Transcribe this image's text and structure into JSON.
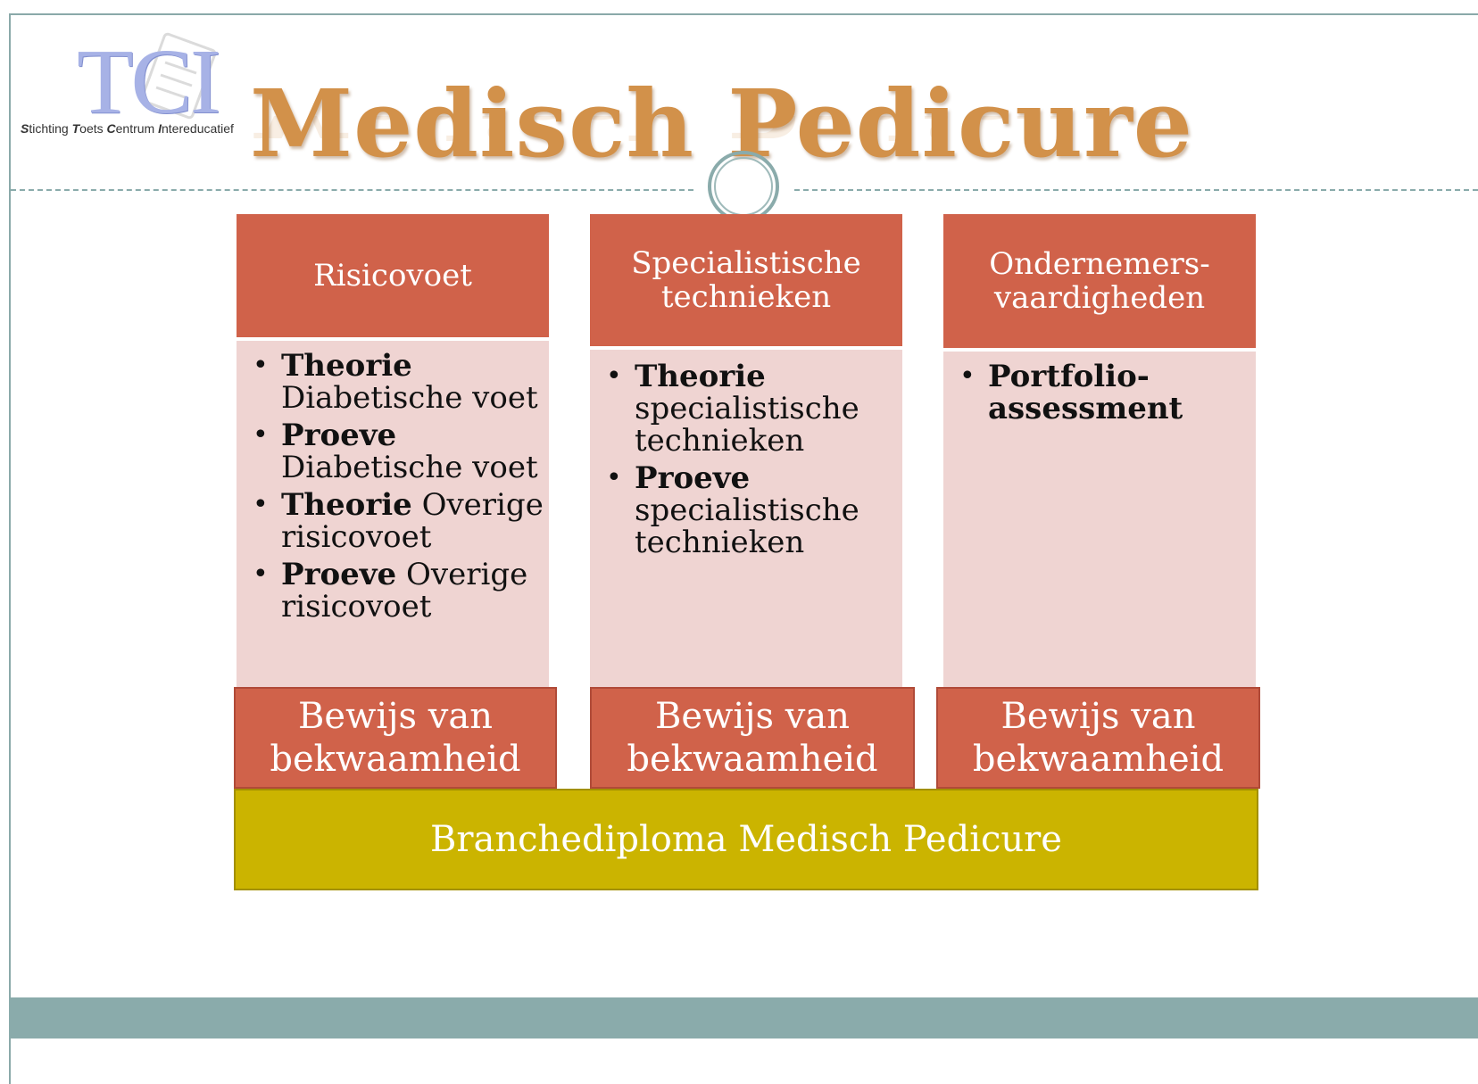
{
  "logo": {
    "letters": "TCI",
    "subtitle_words": [
      {
        "initial": "S",
        "rest": "tichting "
      },
      {
        "initial": "T",
        "rest": "oets "
      },
      {
        "initial": "C",
        "rest": "entrum "
      },
      {
        "initial": "I",
        "rest": "ntereducatief"
      }
    ]
  },
  "title": "Medisch Pedicure",
  "columns": [
    {
      "header": "Risicovoet",
      "items": [
        {
          "bold": "Theorie",
          "text": " Diabetische voet"
        },
        {
          "bold": "Proeve",
          "text": " Diabetische voet"
        },
        {
          "bold": "Theorie",
          "text": " Overige risicovoet"
        },
        {
          "bold": "Proeve",
          "text": " Overige risicovoet"
        }
      ],
      "proof": "Bewijs van bekwaamheid"
    },
    {
      "header": "Specialistische technieken",
      "items": [
        {
          "bold": "Theorie",
          "text": " specialistische technieken"
        },
        {
          "bold": "Proeve",
          "text": " specialistische technieken"
        }
      ],
      "proof": "Bewijs van bekwaamheid"
    },
    {
      "header": "Ondernemers-vaardigheden",
      "items": [
        {
          "bold": "Portfolio-assessment",
          "text": ""
        }
      ],
      "proof": "Bewijs van bekwaamheid"
    }
  ],
  "diploma": "Branchediploma Medisch Pedicure",
  "colors": {
    "title": "#d2914a",
    "header": "#d0624a",
    "body": "#efd4d2",
    "diploma": "#cbb400",
    "accent_band": "#8aabab",
    "logo": "#a7b2e6"
  }
}
